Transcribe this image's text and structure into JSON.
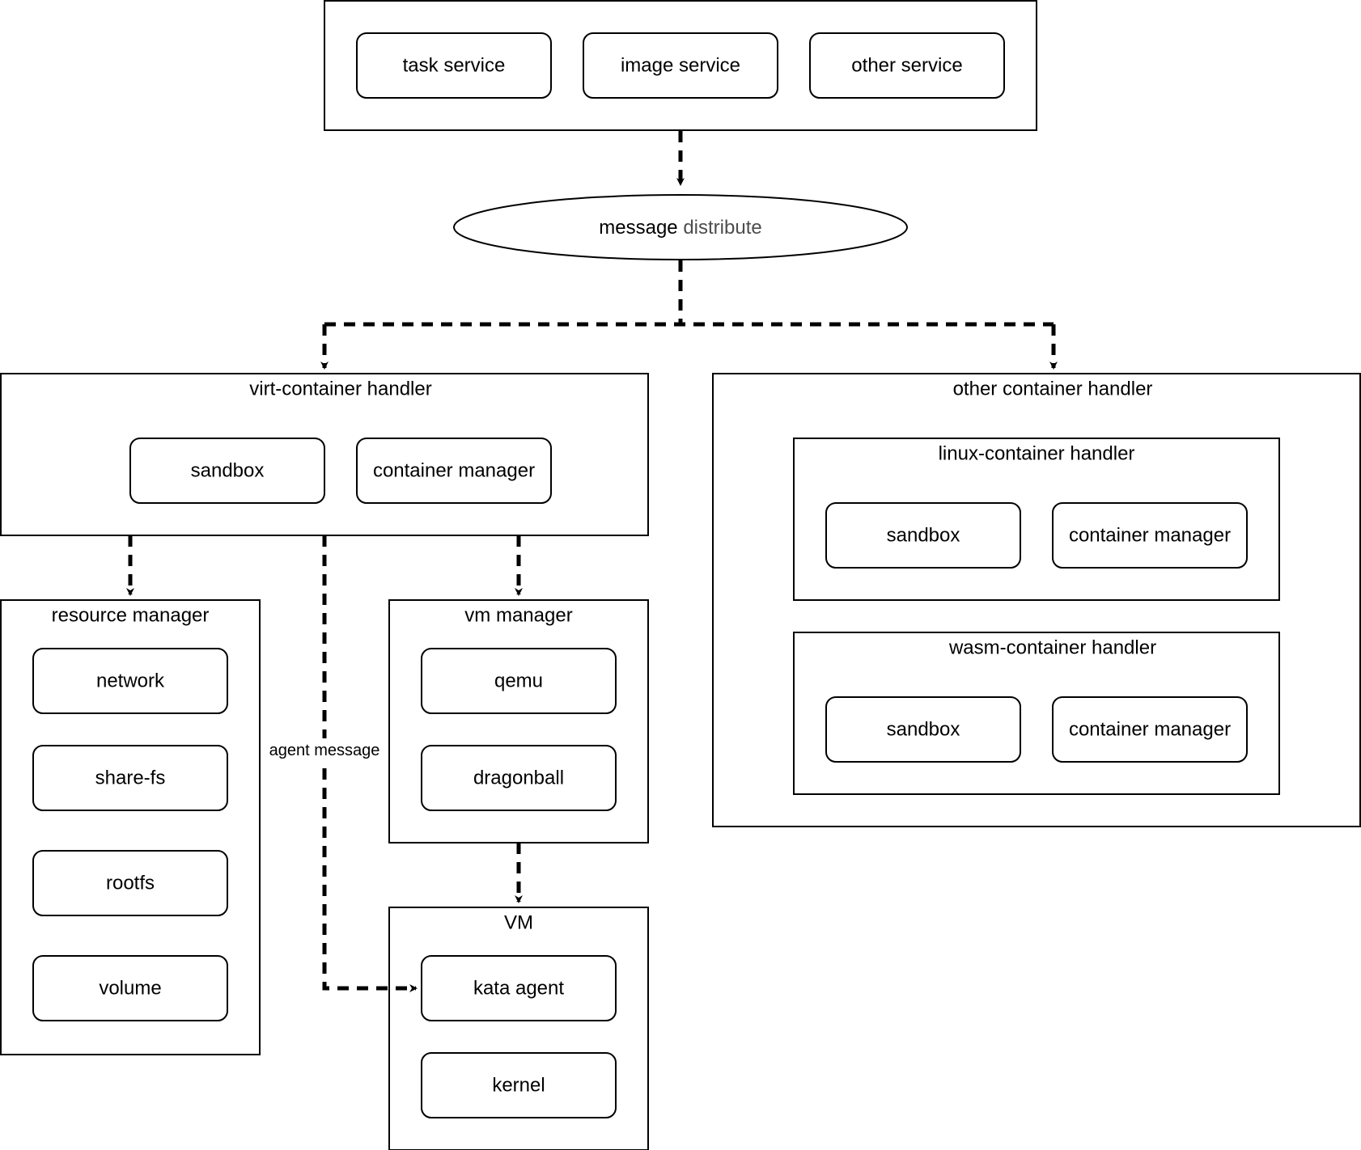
{
  "services": {
    "task": "task service",
    "image": "image service",
    "other": "other service"
  },
  "dispatch": {
    "word1": "message",
    "word2": "distribute"
  },
  "virt_handler": {
    "title": "virt-container handler",
    "sandbox": "sandbox",
    "container_manager": "container manager"
  },
  "other_handler": {
    "title": "other container handler",
    "linux": {
      "title": "linux-container handler",
      "sandbox": "sandbox",
      "container_manager": "container manager"
    },
    "wasm": {
      "title": "wasm-container handler",
      "sandbox": "sandbox",
      "container_manager": "container manager"
    }
  },
  "resource_manager": {
    "title": "resource manager",
    "items": [
      "network",
      "share-fs",
      "rootfs",
      "volume"
    ]
  },
  "vm_manager": {
    "title": "vm manager",
    "items": [
      "qemu",
      "dragonball"
    ]
  },
  "vm": {
    "title": "VM",
    "items": [
      "kata agent",
      "kernel"
    ]
  },
  "edge_labels": {
    "agent_message": "agent message"
  },
  "colors": {
    "stroke": "#000000",
    "secondary_text": "#4d4d4d",
    "background": "#ffffff"
  }
}
